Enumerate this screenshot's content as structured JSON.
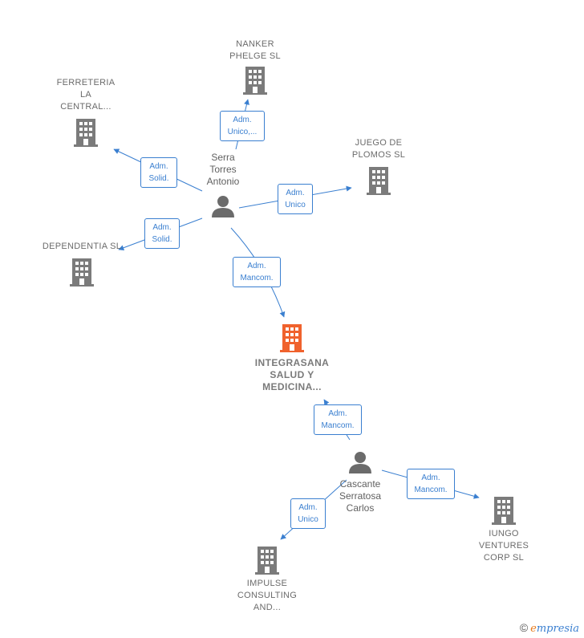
{
  "companies": {
    "nanker": {
      "line1": "NANKER",
      "line2": "PHELGE  SL",
      "line3": ""
    },
    "ferreteria": {
      "line1": "FERRETERIA",
      "line2": "LA",
      "line3": "CENTRAL..."
    },
    "juego": {
      "line1": "JUEGO DE",
      "line2": "PLOMOS  SL",
      "line3": ""
    },
    "dependentia": {
      "line1": "DEPENDENTIA SL",
      "line2": "",
      "line3": ""
    },
    "integrasana": {
      "line1": "INTEGRASANA",
      "line2": "SALUD Y",
      "line3": "MEDICINA..."
    },
    "iungo": {
      "line1": "IUNGO",
      "line2": "VENTURES",
      "line3": "CORP  SL"
    },
    "impulse": {
      "line1": "IMPULSE",
      "line2": "CONSULTING",
      "line3": "AND..."
    }
  },
  "persons": {
    "serra": {
      "line1": "Serra",
      "line2": "Torres",
      "line3": "Antonio"
    },
    "cascante": {
      "line1": "Cascante",
      "line2": "Serratosa",
      "line3": "Carlos"
    }
  },
  "edges": {
    "to_nanker": {
      "line1": "Adm.",
      "line2": "Unico,..."
    },
    "to_ferreteria": {
      "line1": "Adm.",
      "line2": "Solid."
    },
    "to_juego": {
      "line1": "Adm.",
      "line2": "Unico"
    },
    "to_dependentia": {
      "line1": "Adm.",
      "line2": "Solid."
    },
    "to_integrasana_serra": {
      "line1": "Adm.",
      "line2": "Mancom."
    },
    "to_integrasana_cascante": {
      "line1": "Adm.",
      "line2": "Mancom."
    },
    "to_iungo": {
      "line1": "Adm.",
      "line2": "Mancom."
    },
    "to_impulse": {
      "line1": "Adm.",
      "line2": "Unico"
    }
  },
  "brand": {
    "copyright": "©",
    "e": "e",
    "rest": "mpresia"
  },
  "colors": {
    "company": "#7b7b7b",
    "focus_company": "#f0622d",
    "person": "#6b6b6b",
    "edge": "#3a7fd0"
  }
}
